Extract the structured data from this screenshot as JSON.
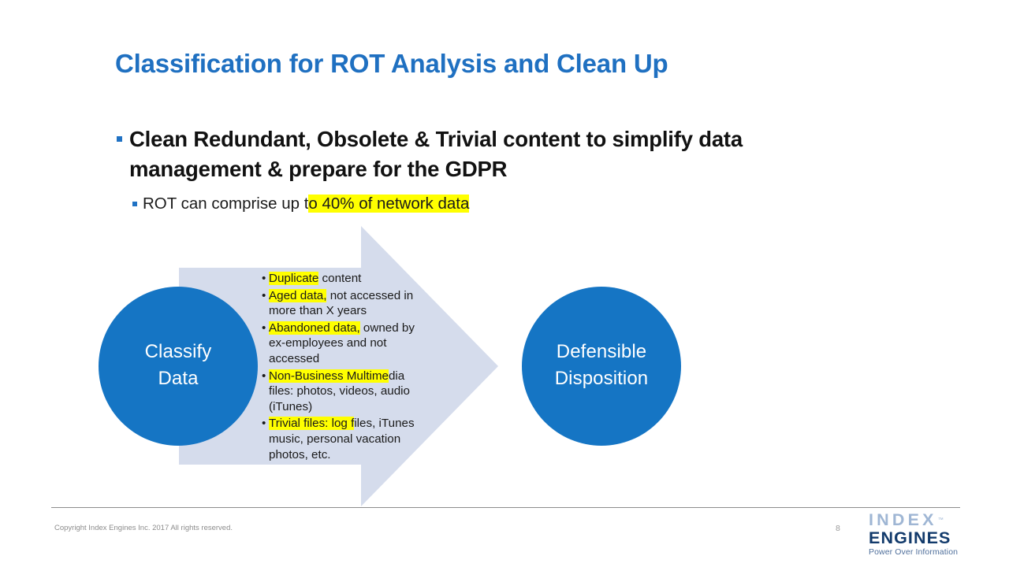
{
  "slide": {
    "title": "Classification for ROT Analysis and Clean Up",
    "page_number": "8",
    "background_color": "#FFFFFF",
    "accent_color": "#1F70C1",
    "highlight_color": "#FFFF00",
    "circle_color": "#1575C4",
    "arrow_color": "#D5DCEC"
  },
  "body": {
    "main_bullet": {
      "text": "Clean Redundant, Obsolete & Trivial content to simplify data management & prepare for the GDPR",
      "marker": "square-bullet"
    },
    "sub_bullet": {
      "prefix": "ROT can comprise up t",
      "highlighted": "o 40% of network data",
      "marker": "square-bullet"
    }
  },
  "diagram": {
    "left_circle": {
      "line1": "Classify",
      "line2": "Data"
    },
    "right_circle": {
      "line1": "Defensible",
      "line2": "Disposition"
    },
    "arrow_items": [
      {
        "highlighted": "Duplicate",
        "rest": " content"
      },
      {
        "highlighted": "Aged data,",
        "rest": " not accessed in more than X years"
      },
      {
        "highlighted": "Abandoned data,",
        "rest": " owned by ex-employees and not accessed"
      },
      {
        "highlighted": "Non-Business Multime",
        "rest": "dia files: photos, videos, audio (iTunes)"
      },
      {
        "highlighted": "Trivial files: log f",
        "rest": "iles, iTunes music, personal vacation photos, etc."
      }
    ]
  },
  "footer": {
    "copyright": "Copyright Index Engines Inc.  2017  All rights reserved.",
    "page_number": "8",
    "logo": {
      "index": "INDEX",
      "tm": "™",
      "engines": "ENGINES",
      "tagline": "Power Over Information"
    }
  }
}
